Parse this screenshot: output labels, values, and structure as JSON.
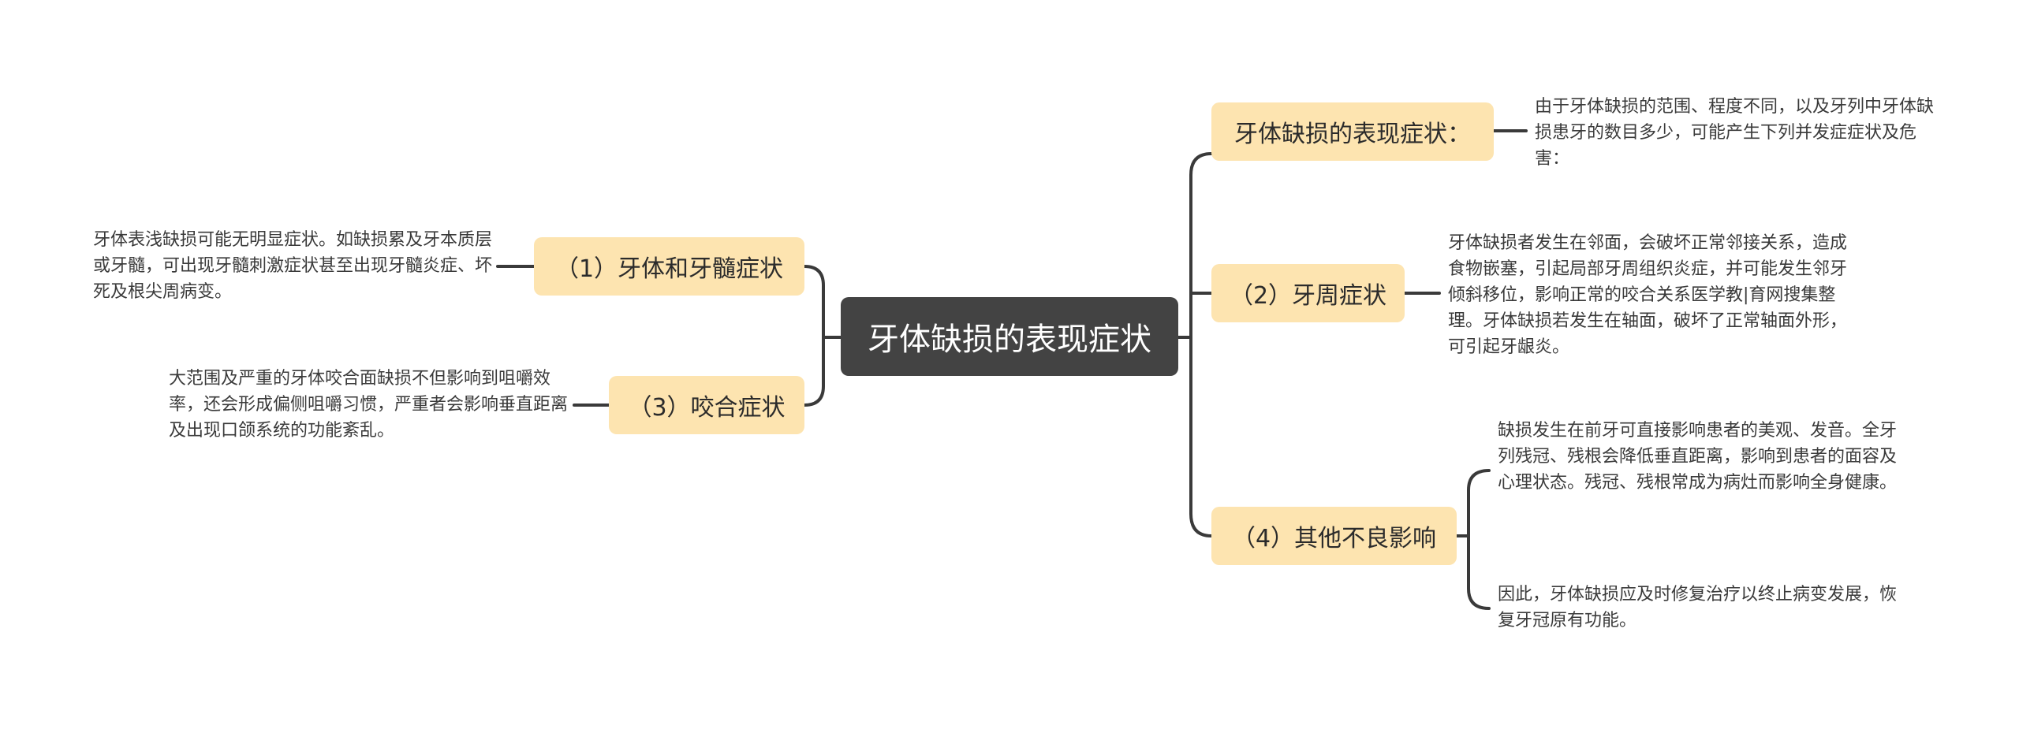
{
  "root": {
    "label": "牙体缺损的表现症状"
  },
  "branches": {
    "b1": {
      "label": "牙体缺损的表现症状：",
      "detail": "由于牙体缺损的范围、程度不同，以及牙列中牙体缺损患牙的数目多少，可能产生下列并发症症状及危害："
    },
    "b2": {
      "label": "（2）牙周症状",
      "detail": "牙体缺损者发生在邻面，会破坏正常邻接关系，造成食物嵌塞，引起局部牙周组织炎症，并可能发生邻牙倾斜移位，影响正常的咬合关系医学教|育网搜集整理。牙体缺损若发生在轴面，破坏了正常轴面外形，可引起牙龈炎。"
    },
    "b4": {
      "label": "（4）其他不良影响",
      "details": [
        "缺损发生在前牙可直接影响患者的美观、发音。全牙列残冠、残根会降低垂直距离，影响到患者的面容及心理状态。残冠、残根常成为病灶而影响全身健康。",
        "因此，牙体缺损应及时修复治疗以终止病变发展，恢复牙冠原有功能。"
      ]
    },
    "b_left1": {
      "label": "（1）牙体和牙髓症状",
      "detail": "牙体表浅缺损可能无明显症状。如缺损累及牙本质层或牙髓，可出现牙髓刺激症状甚至出现牙髓炎症、坏死及根尖周病变。"
    },
    "b_left3": {
      "label": "（3）咬合症状",
      "detail": "大范围及严重的牙体咬合面缺损不但影响到咀嚼效率，还会形成偏侧咀嚼习惯，严重者会影响垂直距离及出现口颌系统的功能紊乱。"
    }
  },
  "colors": {
    "root_bg": "#434343",
    "root_text": "#ffffff",
    "branch_bg": "#fde4b0",
    "line": "#3a3a3a",
    "leaf_text": "#3a3a3a"
  }
}
